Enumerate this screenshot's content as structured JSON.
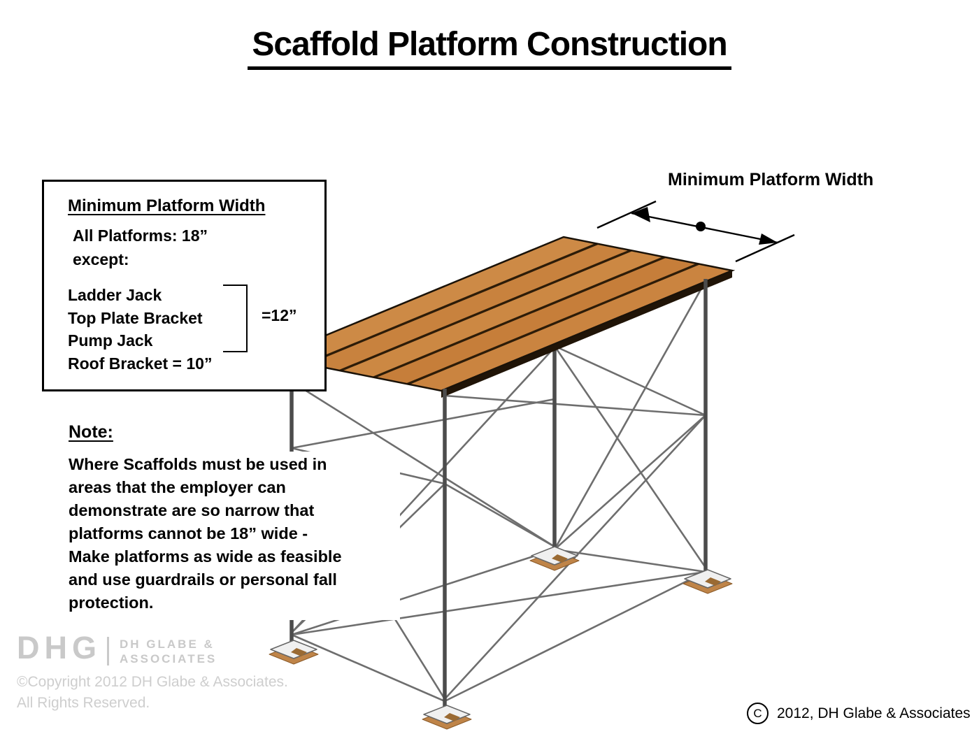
{
  "title": "Scaffold Platform Construction",
  "dimension_label": "Minimum Platform Width",
  "info_box": {
    "heading": "Minimum Platform Width",
    "line1": "All Platforms: 18”",
    "line2": "except:",
    "bracket_items": [
      "Ladder Jack",
      "Top Plate Bracket",
      "Pump Jack"
    ],
    "bracket_value": "=12”",
    "roof_line": "Roof Bracket = 10”"
  },
  "note": {
    "heading": "Note:",
    "lines": [
      "Where Scaffolds must be used in",
      "areas that the employer can",
      "demonstrate are so narrow that",
      "platforms cannot be 18” wide -",
      "Make platforms as wide as feasible",
      "and use guardrails or personal fall",
      "protection."
    ]
  },
  "footer": {
    "logo_text": "DHG",
    "logo_name_line1": "DH GLABE &",
    "logo_name_line2": "ASSOCIATES",
    "copyright_line1": "©Copyright 2012 DH Glabe & Associates.",
    "copyright_line2": "All Rights Reserved.",
    "bottom_right_symbol": "C",
    "bottom_right_text": "2012, DH Glabe & Associates"
  },
  "colors": {
    "plank": "#c8823e",
    "plank_gap": "#2d1c08",
    "platform_edge": "#1a1208",
    "post": "#4c4c4c",
    "brace": "#6e6e6e",
    "base_wood": "#bf8448",
    "base_metal": "#f0f0f0",
    "logo_gray": "#c9c9c9"
  },
  "icons": {
    "dimension_arrow": "double-headed-arrow-with-center-dot",
    "bracket": "right-square-bracket",
    "copyright_circle": "circled-c"
  }
}
